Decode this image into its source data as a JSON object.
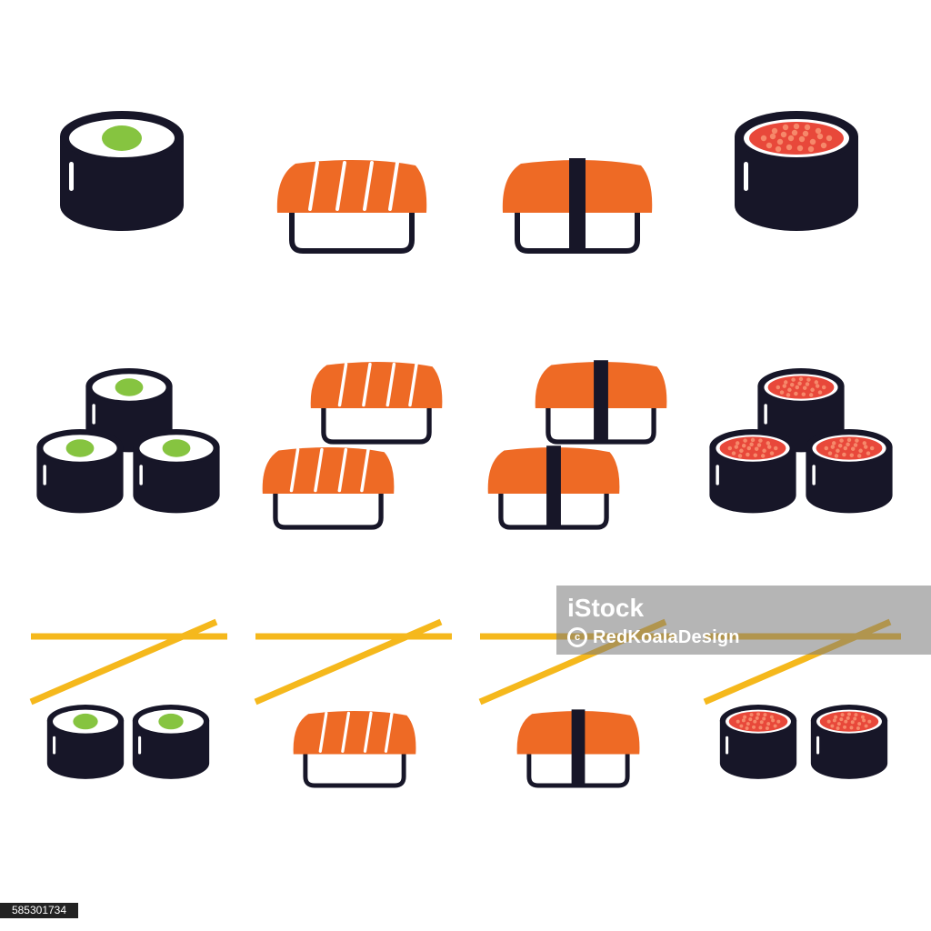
{
  "colors": {
    "navy": "#171628",
    "salmon": "#EE6A25",
    "roe": "#E8483A",
    "roe_dot": "#F6886A",
    "wasabi": "#86C440",
    "chopstick": "#F5B81C",
    "rice": "#FFFFFF"
  },
  "icons": [
    {
      "row": 1,
      "col": 1,
      "name": "maki-roll-icon"
    },
    {
      "row": 1,
      "col": 2,
      "name": "salmon-nigiri-icon"
    },
    {
      "row": 1,
      "col": 3,
      "name": "nori-nigiri-icon"
    },
    {
      "row": 1,
      "col": 4,
      "name": "roe-roll-icon"
    },
    {
      "row": 2,
      "col": 1,
      "name": "three-maki-rolls-icon"
    },
    {
      "row": 2,
      "col": 2,
      "name": "two-salmon-nigiri-icon"
    },
    {
      "row": 2,
      "col": 3,
      "name": "two-nori-nigiri-icon"
    },
    {
      "row": 2,
      "col": 4,
      "name": "three-roe-rolls-icon"
    },
    {
      "row": 3,
      "col": 1,
      "name": "maki-rolls-chopsticks-icon"
    },
    {
      "row": 3,
      "col": 2,
      "name": "nigiri-chopsticks-icon"
    },
    {
      "row": 3,
      "col": 3,
      "name": "nori-nigiri-chopsticks-icon"
    },
    {
      "row": 3,
      "col": 4,
      "name": "roe-rolls-chopsticks-icon"
    }
  ],
  "watermark": {
    "logo": "iStock",
    "credit": "RedKoalaDesign"
  },
  "stock_id": "585301734"
}
